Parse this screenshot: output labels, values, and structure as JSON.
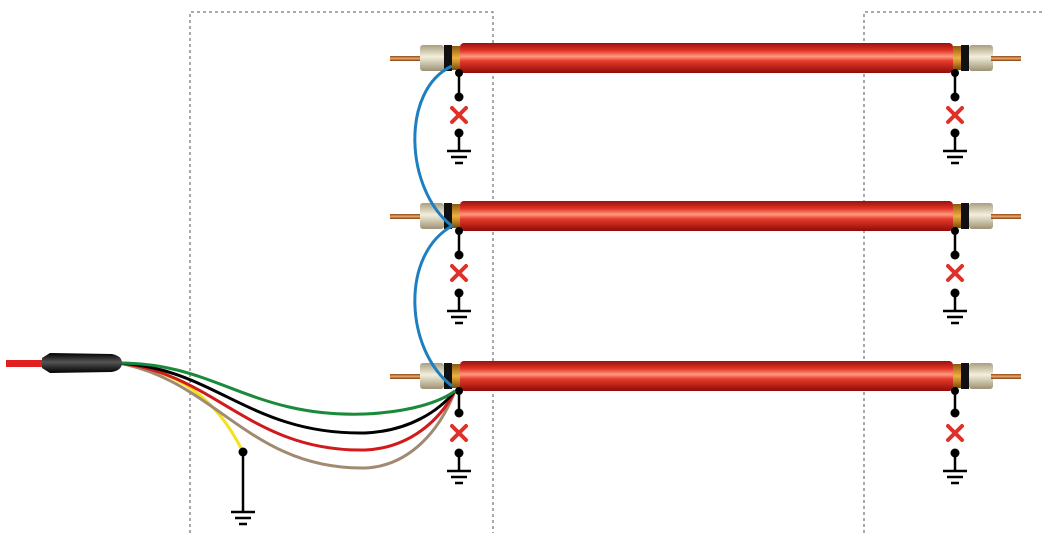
{
  "diagram": {
    "cables": [
      {
        "id": "cable-1"
      },
      {
        "id": "cable-2"
      },
      {
        "id": "cable-3"
      }
    ],
    "colors": {
      "background": "#ffffff",
      "cable_sheath": "#d8271e",
      "cable_highlight": "#ff8a6a",
      "cable_shadow": "#9a100c",
      "conductor_copper": "#c87a3a",
      "termination_cream": "#e9e2c8",
      "earth_symbol": "#000000",
      "open_switch_mark": "#e0302a",
      "jumper_wire": "#1d7fc0",
      "lead_green": "#1a8a3a",
      "lead_black": "#000000",
      "lead_red": "#d11a1a",
      "lead_brown": "#a08a70",
      "lead_yellow": "#f2e21a",
      "probe_body": "#111111",
      "probe_tail": "#e02020",
      "enclosure_border": "#444444"
    },
    "symbols": {
      "earth": "earth-ground-icon",
      "open_link": "open-link-x-icon"
    }
  }
}
